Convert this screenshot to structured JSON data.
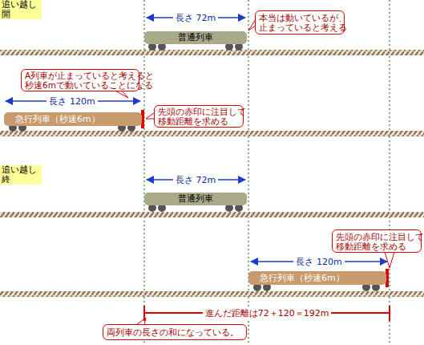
{
  "diagram": {
    "nodes": [
      {
        "text": [
          "追い越し開"
        ]
      },
      {
        "text": [
          "普通列車"
        ]
      },
      {
        "text": [
          "本当は動いているが、 止まっていると考える"
        ]
      },
      {
        "text": [
          "A列車が止まっていると考えると 秒速6mで動いていることになる"
        ]
      },
      {
        "text": [
          "急行列車（秒速6m）"
        ]
      },
      {
        "text": [
          "先頭の赤印に注目して 移動距離を求める"
        ]
      },
      {
        "text": [
          "追い越し終"
        ]
      },
      {
        "text": [
          "普通列車"
        ]
      },
      {
        "text": [
          "先頭の赤印に注目して 移動距離を求める"
        ]
      },
      {
        "text": [
          "急行列車（秒速6m）"
        ]
      },
      {
        "text": [
          "両列車の長さの和になっている。"
        ]
      }
    ],
    "labels": [
      "長さ 72m",
      "長さ 120m",
      "長さ 72m",
      "長さ 120m",
      "進んだ距離は72＋120＝192m"
    ]
  }
}
